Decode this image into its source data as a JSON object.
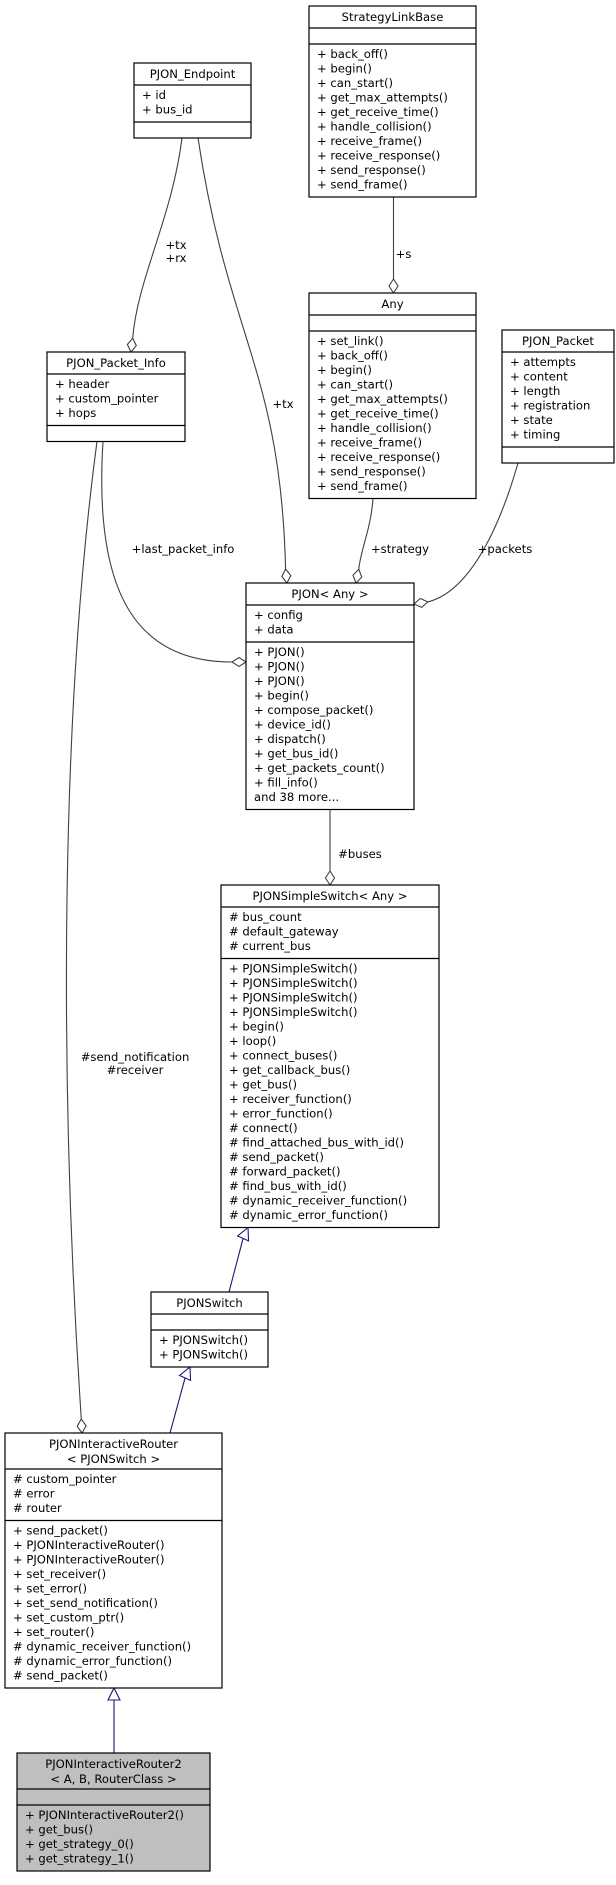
{
  "classes": [
    {
      "key": "strategylinkbase",
      "name": "StrategyLinkBase",
      "attributes": [],
      "methods": [
        "+ back_off()",
        "+ begin()",
        "+ can_start()",
        "+ get_max_attempts()",
        "+ get_receive_time()",
        "+ handle_collision()",
        "+ receive_frame()",
        "+ receive_response()",
        "+ send_response()",
        "+ send_frame()"
      ],
      "highlighted": false
    },
    {
      "key": "pjon-endpoint",
      "name": "PJON_Endpoint",
      "attributes": [
        "+ id",
        "+ bus_id"
      ],
      "methods": [],
      "highlighted": false
    },
    {
      "key": "any",
      "name": "Any",
      "attributes": [],
      "methods": [
        "+ set_link()",
        "+ back_off()",
        "+ begin()",
        "+ can_start()",
        "+ get_max_attempts()",
        "+ get_receive_time()",
        "+ handle_collision()",
        "+ receive_frame()",
        "+ receive_response()",
        "+ send_response()",
        "+ send_frame()"
      ],
      "highlighted": false
    },
    {
      "key": "pjon-packet-info",
      "name": "PJON_Packet_Info",
      "attributes": [
        "+ header",
        "+ custom_pointer",
        "+ hops"
      ],
      "methods": [],
      "highlighted": false
    },
    {
      "key": "pjon-packet",
      "name": "PJON_Packet",
      "attributes": [
        "+ attempts",
        "+ content",
        "+ length",
        "+ registration",
        "+ state",
        "+ timing"
      ],
      "methods": [],
      "highlighted": false
    },
    {
      "key": "pjon-any",
      "name": "PJON< Any >",
      "attributes": [
        "+ config",
        "+ data"
      ],
      "methods": [
        "+ PJON()",
        "+ PJON()",
        "+ PJON()",
        "+ begin()",
        "+ compose_packet()",
        "+ device_id()",
        "+ dispatch()",
        "+ get_bus_id()",
        "+ get_packets_count()",
        "+ fill_info()",
        "and 38 more..."
      ],
      "highlighted": false
    },
    {
      "key": "pjonsimpleswitch",
      "name": "PJONSimpleSwitch< Any >",
      "attributes": [
        "# bus_count",
        "# default_gateway",
        "# current_bus"
      ],
      "methods": [
        "+ PJONSimpleSwitch()",
        "+ PJONSimpleSwitch()",
        "+ PJONSimpleSwitch()",
        "+ PJONSimpleSwitch()",
        "+ begin()",
        "+ loop()",
        "+ connect_buses()",
        "+ get_callback_bus()",
        "+ get_bus()",
        "+ receiver_function()",
        "+ error_function()",
        "# connect()",
        "# find_attached_bus_with_id()",
        "# send_packet()",
        "# forward_packet()",
        "# find_bus_with_id()",
        "# dynamic_receiver_function()",
        "# dynamic_error_function()"
      ],
      "highlighted": false
    },
    {
      "key": "pjonswitch",
      "name": "PJONSwitch",
      "attributes": [],
      "methods": [
        "+ PJONSwitch()",
        "+ PJONSwitch()"
      ],
      "highlighted": false
    },
    {
      "key": "pjoninteractiverouter",
      "name": "PJONInteractiveRouter",
      "name2": "< PJONSwitch >",
      "attributes": [
        "# custom_pointer",
        "# error",
        "# router"
      ],
      "methods": [
        "+ send_packet()",
        "+ PJONInteractiveRouter()",
        "+ PJONInteractiveRouter()",
        "+ set_receiver()",
        "+ set_error()",
        "+ set_send_notification()",
        "+ set_custom_ptr()",
        "+ set_router()",
        "# dynamic_receiver_function()",
        "# dynamic_error_function()",
        "# send_packet()"
      ],
      "highlighted": false
    },
    {
      "key": "pjoninteractiverouter2",
      "name": "PJONInteractiveRouter2",
      "name2": "< A, B, RouterClass >",
      "attributes": [],
      "methods": [
        "+ PJONInteractiveRouter2()",
        "+ get_bus()",
        "+ get_strategy_0()",
        "+ get_strategy_1()"
      ],
      "highlighted": true
    }
  ],
  "edge_labels": {
    "tx_rx": [
      "+tx",
      "+rx"
    ],
    "s": "+s",
    "tx": "+tx",
    "last_packet_info": "+last_packet_info",
    "strategy": "+strategy",
    "packets": "+packets",
    "buses": "#buses",
    "send_notification_receiver": [
      "#send_notification",
      "#receiver"
    ]
  },
  "colors": {
    "box_border": "#000000",
    "box_fill": "#ffffff",
    "highlight_fill": "#bfbfbf",
    "association_edge": "#404040",
    "inheritance_edge": "#191970"
  }
}
